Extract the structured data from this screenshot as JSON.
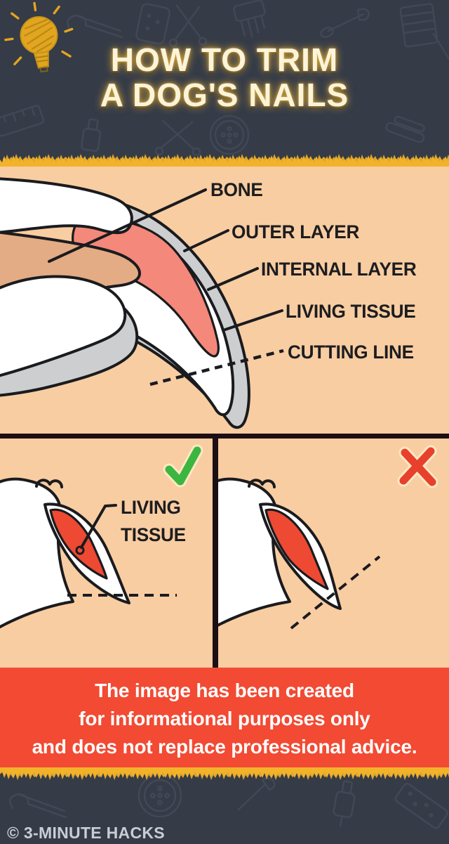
{
  "header": {
    "title_line1": "HOW TO TRIM",
    "title_line2": "A DOG'S NAILS"
  },
  "anatomy": {
    "labels": [
      {
        "text": "BONE"
      },
      {
        "text": "OUTER LAYER"
      },
      {
        "text": "INTERNAL LAYER"
      },
      {
        "text": "LIVING TISSUE"
      },
      {
        "text": "CUTTING LINE"
      }
    ]
  },
  "panels": {
    "correct": {
      "mark": "check",
      "label_line1": "LIVING",
      "label_line2": "TISSUE"
    },
    "incorrect": {
      "mark": "cross"
    }
  },
  "disclaimer": {
    "line1": "The image has been created",
    "line2": "for informational purposes only",
    "line3": "and does not replace professional advice."
  },
  "footer": {
    "credit": "© 3-MINUTE HACKS"
  },
  "icons": {
    "header_icon": "lightbulb-icon",
    "correct_icon": "check-icon",
    "incorrect_icon": "cross-icon"
  },
  "colors": {
    "bg_dark": "#353b47",
    "peach": "#f8cda2",
    "banner_red": "#f24a33",
    "torn_yellow": "#f2b22a",
    "torn_orange": "#e08c10",
    "quick_salmon": "#f4887a",
    "quick_red": "#ee4933",
    "check_green": "#3cb63e",
    "cross_red": "#e8402a",
    "title_cream": "#fcf4da",
    "tan": "#e3ac84",
    "gray_layer": "#cdced0",
    "divider": "#1c0e12",
    "bulb_gold": "#e2a51f"
  }
}
